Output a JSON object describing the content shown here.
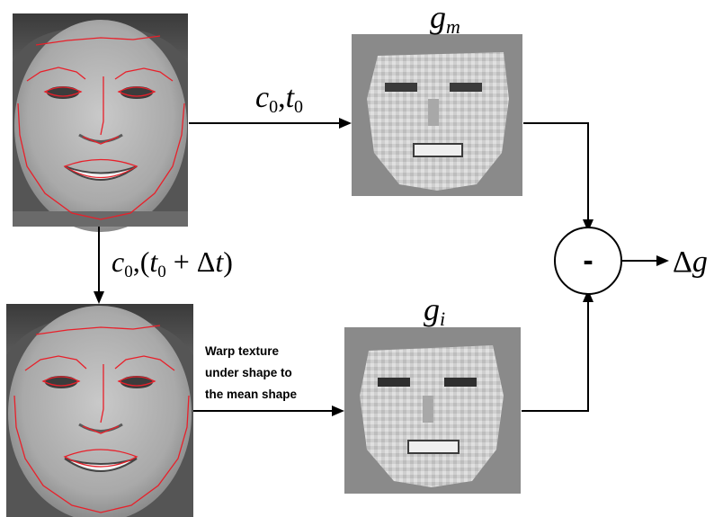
{
  "diagram": {
    "labels": {
      "g_m": {
        "base": "g",
        "sub": "m"
      },
      "g_i": {
        "base": "g",
        "sub": "i"
      },
      "param_top": {
        "c": "c",
        "c_sub": "0",
        "comma": ",",
        "t": "t",
        "t_sub": "0"
      },
      "param_side": {
        "c": "c",
        "c_sub": "0",
        "open": ",(",
        "t": "t",
        "t_sub": "0",
        "plus": "+",
        "delta": "Δ",
        "dt": "t",
        "close": ")"
      },
      "warp_lines": [
        "Warp texture",
        "under shape  to",
        "the mean shape"
      ],
      "minus": "-",
      "output": {
        "delta": "Δ",
        "g": "g"
      }
    },
    "colors": {
      "landmark": "#e8202a",
      "background": "#ffffff",
      "texture_bg": "#8a8a8a"
    }
  }
}
